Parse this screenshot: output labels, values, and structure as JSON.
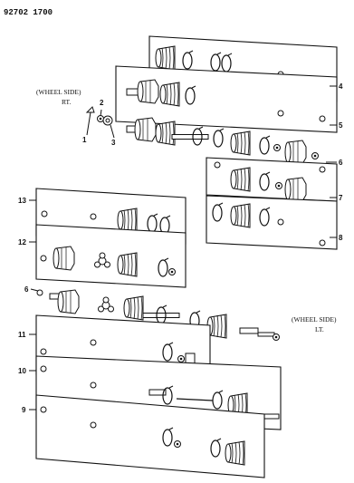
{
  "header": {
    "code": "92702 1700"
  },
  "notes": {
    "right_side": [
      "(WHEEL SIDE)",
      "RT."
    ],
    "left_side": [
      "(WHEEL SIDE)",
      "LT."
    ]
  },
  "callouts": [
    "1",
    "2",
    "3",
    "4",
    "5",
    "6",
    "7",
    "8",
    "13",
    "12",
    "6",
    "11",
    "10",
    "9"
  ]
}
